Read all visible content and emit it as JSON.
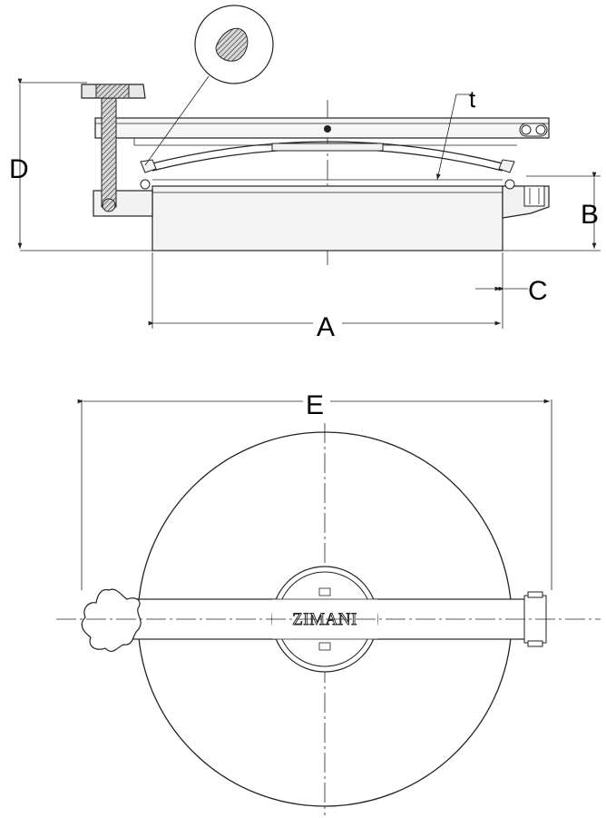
{
  "dimensions": {
    "a": "A",
    "b": "B",
    "c": "C",
    "d": "D",
    "e": "E",
    "t": "t"
  },
  "logo_text": "ZIMANI",
  "colors": {
    "line": "#222222",
    "background": "#ffffff",
    "part_fill": "#f2f2f2",
    "hatch_fill": "#cfcfcf"
  }
}
